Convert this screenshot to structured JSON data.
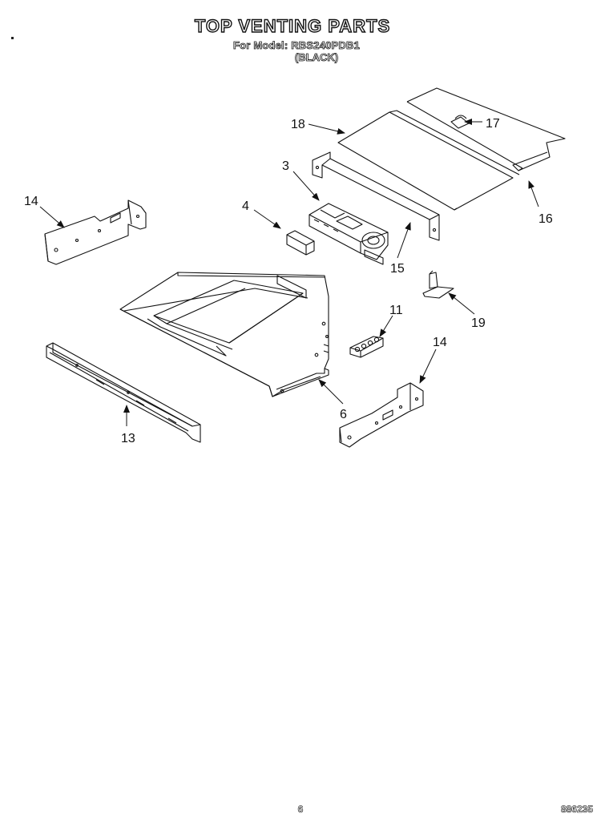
{
  "header": {
    "title": "TOP VENTING PARTS",
    "model_line": "For Model: RBS240PDB1",
    "color_line": "(BLACK)"
  },
  "callouts": [
    {
      "id": "c18",
      "label": "18"
    },
    {
      "id": "c17",
      "label": "17"
    },
    {
      "id": "c16",
      "label": "16"
    },
    {
      "id": "c3",
      "label": "3"
    },
    {
      "id": "c4",
      "label": "4"
    },
    {
      "id": "c14a",
      "label": "14"
    },
    {
      "id": "c15",
      "label": "15"
    },
    {
      "id": "c11",
      "label": "11"
    },
    {
      "id": "c19",
      "label": "19"
    },
    {
      "id": "c14b",
      "label": "14"
    },
    {
      "id": "c6",
      "label": "6"
    },
    {
      "id": "c13",
      "label": "13"
    }
  ],
  "footer": {
    "page_number": "6",
    "reference": "886235"
  }
}
